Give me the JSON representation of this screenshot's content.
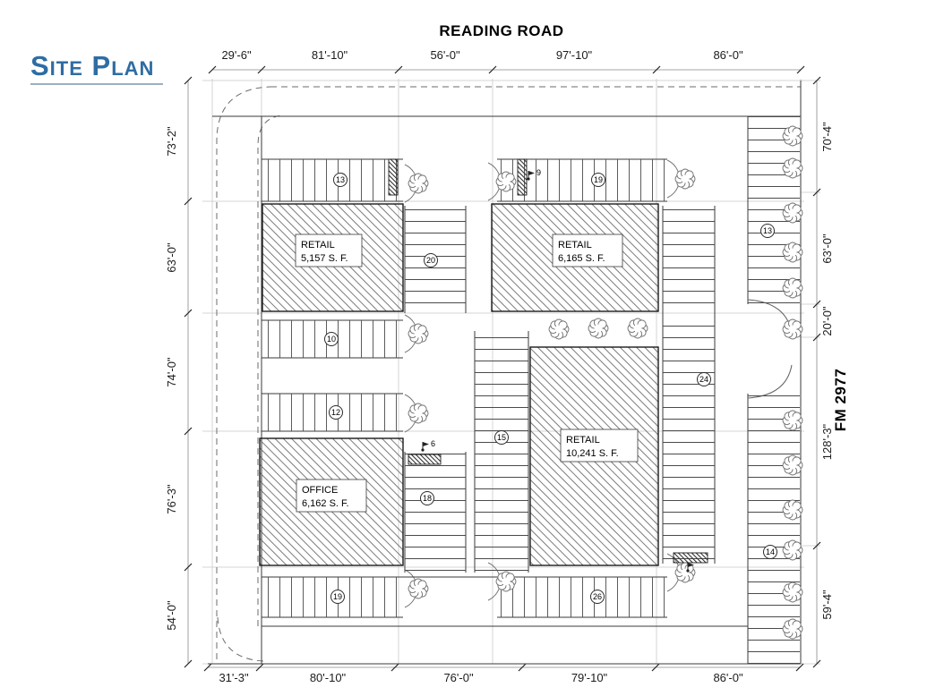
{
  "title": "Site Plan",
  "roads": {
    "top_road": "READING ROAD",
    "right_road": "FM 2977"
  },
  "dimensions": {
    "top": [
      "29'-6\"",
      "81'-10\"",
      "56'-0\"",
      "97'-10\"",
      "86'-0\""
    ],
    "left": [
      "73'-2\"",
      "63'-0\"",
      "74'-0\"",
      "76'-3\"",
      "54'-0\""
    ],
    "right": [
      "70'-4\"",
      "63'-0\"",
      "20'-0\"",
      "128'-3\"",
      "59'-4\""
    ],
    "bottom": [
      "31'-3\"",
      "80'-10\"",
      "76'-0\"",
      "79'-10\"",
      "86'-0\""
    ]
  },
  "buildings": [
    {
      "name": "RETAIL",
      "area": "5,157 S. F."
    },
    {
      "name": "RETAIL",
      "area": "6,165 S. F."
    },
    {
      "name": "OFFICE",
      "area": "6,162 S. F."
    },
    {
      "name": "RETAIL",
      "area": "10,241 S. F."
    }
  ],
  "parking_counts": [
    "13",
    "19",
    "20",
    "10",
    "12",
    "15",
    "18",
    "24",
    "19",
    "26",
    "13",
    "14"
  ],
  "keynotes": [
    "9",
    "6"
  ],
  "colors": {
    "title": "#2e6da3",
    "line": "#1b1b1b",
    "grid": "#c9c9c9",
    "hatch": "#5a5a5a"
  }
}
